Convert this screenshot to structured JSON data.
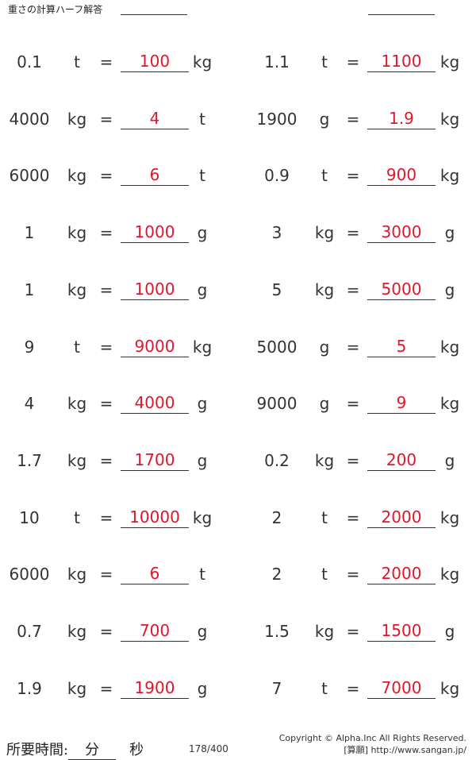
{
  "header": {
    "title": "重さの計算ハーフ解答"
  },
  "problems": [
    {
      "left": {
        "value": "0.1",
        "from": "t",
        "answer": "100",
        "to": "kg"
      },
      "right": {
        "value": "1.1",
        "from": "t",
        "answer": "1100",
        "to": "kg"
      }
    },
    {
      "left": {
        "value": "4000",
        "from": "kg",
        "answer": "4",
        "to": "t"
      },
      "right": {
        "value": "1900",
        "from": "g",
        "answer": "1.9",
        "to": "kg"
      }
    },
    {
      "left": {
        "value": "6000",
        "from": "kg",
        "answer": "6",
        "to": "t"
      },
      "right": {
        "value": "0.9",
        "from": "t",
        "answer": "900",
        "to": "kg"
      }
    },
    {
      "left": {
        "value": "1",
        "from": "kg",
        "answer": "1000",
        "to": "g"
      },
      "right": {
        "value": "3",
        "from": "kg",
        "answer": "3000",
        "to": "g"
      }
    },
    {
      "left": {
        "value": "1",
        "from": "kg",
        "answer": "1000",
        "to": "g"
      },
      "right": {
        "value": "5",
        "from": "kg",
        "answer": "5000",
        "to": "g"
      }
    },
    {
      "left": {
        "value": "9",
        "from": "t",
        "answer": "9000",
        "to": "kg"
      },
      "right": {
        "value": "5000",
        "from": "g",
        "answer": "5",
        "to": "kg"
      }
    },
    {
      "left": {
        "value": "4",
        "from": "kg",
        "answer": "4000",
        "to": "g"
      },
      "right": {
        "value": "9000",
        "from": "g",
        "answer": "9",
        "to": "kg"
      }
    },
    {
      "left": {
        "value": "1.7",
        "from": "kg",
        "answer": "1700",
        "to": "g"
      },
      "right": {
        "value": "0.2",
        "from": "kg",
        "answer": "200",
        "to": "g"
      }
    },
    {
      "left": {
        "value": "10",
        "from": "t",
        "answer": "10000",
        "to": "kg"
      },
      "right": {
        "value": "2",
        "from": "t",
        "answer": "2000",
        "to": "kg"
      }
    },
    {
      "left": {
        "value": "6000",
        "from": "kg",
        "answer": "6",
        "to": "t"
      },
      "right": {
        "value": "2",
        "from": "t",
        "answer": "2000",
        "to": "kg"
      }
    },
    {
      "left": {
        "value": "0.7",
        "from": "kg",
        "answer": "700",
        "to": "g"
      },
      "right": {
        "value": "1.5",
        "from": "kg",
        "answer": "1500",
        "to": "g"
      }
    },
    {
      "left": {
        "value": "1.9",
        "from": "kg",
        "answer": "1900",
        "to": "g"
      },
      "right": {
        "value": "7",
        "from": "t",
        "answer": "7000",
        "to": "kg"
      }
    }
  ],
  "equals_sign": "=",
  "footer": {
    "time_label": "所要時間:",
    "minutes_label": "分",
    "seconds_label": "秒",
    "page": "178/400",
    "copyright": "Copyright © Alpha.Inc All Rights Reserved.",
    "site": "[算願] http://www.sangan.jp/"
  },
  "colors": {
    "answer": "#e0162b",
    "text": "#333333"
  }
}
